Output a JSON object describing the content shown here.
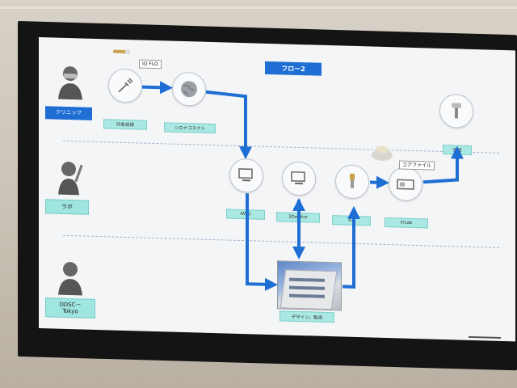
{
  "slide": {
    "title": "フロー2",
    "rows": [
      {
        "label": "クリニック"
      },
      {
        "label": "ラボ"
      },
      {
        "label": "DDSC－\nTokyo"
      }
    ],
    "nodes": {
      "impression": {
        "caption": "印象採得",
        "icon": "syringe-icon"
      },
      "connect": {
        "caption": "シロナコネクト",
        "icon": "globe-icon"
      },
      "awo": {
        "caption": "AWO",
        "icon": "monitor-icon"
      },
      "editor": {
        "caption": "3Deditor",
        "icon": "monitor-icon"
      },
      "aa": {
        "caption": "AA",
        "icon": "abutment-icon"
      },
      "inlab": {
        "caption": "inLab",
        "icon": "milling-machine-icon"
      },
      "complete": {
        "caption": "完成",
        "icon": "implant-icon"
      }
    },
    "notes": {
      "io_flo": "IO FLO",
      "core_file": "コアファイル"
    },
    "photo_caption": "デザイン、製造",
    "accent_color": "#1f6ed4",
    "caption_color": "#a9e8e3"
  }
}
